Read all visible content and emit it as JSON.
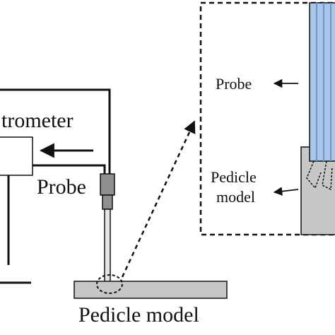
{
  "labels": {
    "spectrometer": "trometer",
    "probe_main": "Probe",
    "pedicle_model_main": "Pedicle model",
    "probe_inset": "Probe",
    "pedicle_inset_line1": "Pedicle",
    "pedicle_inset_line2": "model"
  },
  "colors": {
    "line": "#111111",
    "model_fill": "#c7c7c7",
    "probe_fill": "#8f8f8f",
    "fiber_blue": "#a9c6e8",
    "fiber_blue_dark": "#6f96c8",
    "background": "#ffffff"
  }
}
